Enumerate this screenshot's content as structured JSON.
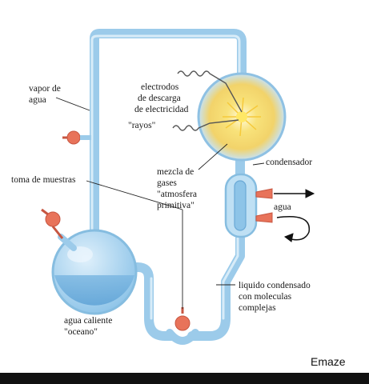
{
  "diagram": {
    "labels": {
      "vapor_line1": "vapor de",
      "vapor_line2": "agua",
      "electrodes_line1": "electrodos",
      "electrodes_line2": "de descarga",
      "electrodes_line3": "de electricidad",
      "rays": "\"rayos\"",
      "gas_line1": "mezcla de",
      "gas_line2": "gases",
      "gas_line3": "\"atmosfera",
      "gas_line4": "primitiva\"",
      "condenser": "condensador",
      "water": "agua",
      "sampling": "toma de muestras",
      "liquid_line1": "liquido condensado",
      "liquid_line2": "con moleculas",
      "liquid_line3": "complejas",
      "ocean_line1": "agua caliente",
      "ocean_line2": "\"oceano\""
    },
    "colors": {
      "tube": "#a9d3ee",
      "tube_edge": "#7fb6dc",
      "valve": "#e8735a",
      "spark": "#f5d84a"
    }
  },
  "watermark": "Emaze"
}
